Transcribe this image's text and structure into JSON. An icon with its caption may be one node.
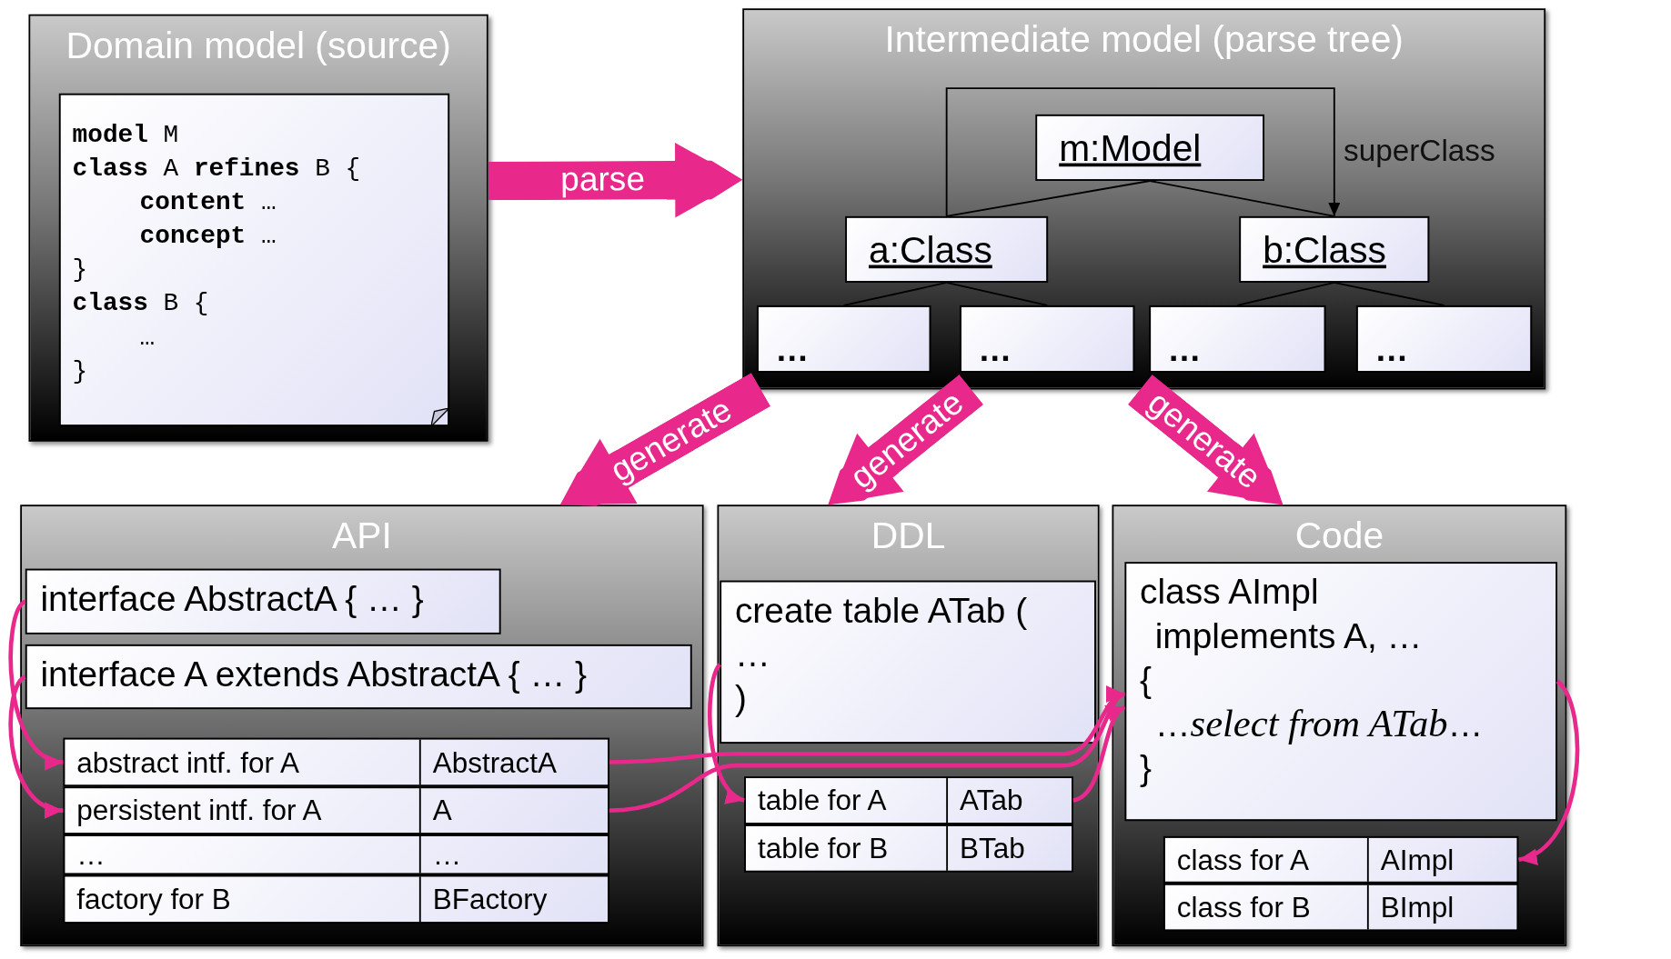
{
  "diagram": {
    "nodes": [
      {
        "text": [
          "Domain model (source)"
        ]
      },
      {
        "text": [
          "**model** M",
          "**class** A **refines** B {",
          "**content** …",
          "**concept** …",
          "}",
          "**class** B {",
          "…",
          "}"
        ],
        "in": 0
      },
      {
        "text": [
          "Intermediate model (parse tree)"
        ]
      },
      {
        "text": [
          "m:Model"
        ],
        "in": 2
      },
      {
        "text": [
          "a:Class"
        ],
        "in": 2
      },
      {
        "text": [
          "b:Class"
        ],
        "in": 2
      },
      {
        "text": [
          "…"
        ],
        "in": 2
      },
      {
        "text": [
          "…"
        ],
        "in": 2
      },
      {
        "text": [
          "…"
        ],
        "in": 2
      },
      {
        "text": [
          "…"
        ],
        "in": 2
      },
      {
        "text": [
          "API"
        ]
      },
      {
        "text": [
          "interface AbstractA { … }"
        ],
        "in": 10
      },
      {
        "text": [
          "interface A extends AbstractA { … }"
        ],
        "in": 10
      },
      {
        "text": [
          "abstract intf. for A",
          "AbstractA"
        ],
        "in": 10
      },
      {
        "text": [
          "persistent intf. for A",
          "A"
        ],
        "in": 10
      },
      {
        "text": [
          "…",
          "…"
        ],
        "in": 10
      },
      {
        "text": [
          "factory for B",
          "BFactory"
        ],
        "in": 10
      },
      {
        "text": [
          "DDL"
        ]
      },
      {
        "text": [
          "create table ATab (",
          "…",
          ")"
        ],
        "in": 17
      },
      {
        "text": [
          "table for A",
          "ATab"
        ],
        "in": 17
      },
      {
        "text": [
          "table for B",
          "BTab"
        ],
        "in": 17
      },
      {
        "text": [
          "Code"
        ]
      },
      {
        "text": [
          "class AImpl",
          "implements A, …",
          "{",
          "…*select from ATab*…",
          "}"
        ],
        "in": 21
      },
      {
        "text": [
          "class for A",
          "AImpl"
        ],
        "in": 21
      },
      {
        "text": [
          "class for B",
          "BImpl"
        ],
        "in": 21
      }
    ],
    "edges": [
      {
        "from": 0,
        "to": 2,
        "arrow": "to",
        "label": "parse",
        "style": "thick"
      },
      {
        "from": 2,
        "to": 10,
        "arrow": "to",
        "label": "generate",
        "style": "thick"
      },
      {
        "from": 2,
        "to": 17,
        "arrow": "to",
        "label": "generate",
        "style": "thick"
      },
      {
        "from": 2,
        "to": 21,
        "arrow": "to",
        "label": "generate",
        "style": "thick"
      },
      {
        "from": 3,
        "to": 4,
        "arrow": "none",
        "color": "#000000"
      },
      {
        "from": 3,
        "to": 5,
        "arrow": "none",
        "color": "#000000"
      },
      {
        "from": 4,
        "to": 5,
        "arrow": "to",
        "label": "superClass",
        "color": "#000000"
      },
      {
        "from": 4,
        "to": 6,
        "arrow": "none",
        "color": "#000000"
      },
      {
        "from": 4,
        "to": 7,
        "arrow": "none",
        "color": "#000000"
      },
      {
        "from": 5,
        "to": 8,
        "arrow": "none",
        "color": "#000000"
      },
      {
        "from": 5,
        "to": 9,
        "arrow": "none",
        "color": "#000000"
      },
      {
        "from": 11,
        "to": 13,
        "arrow": "to"
      },
      {
        "from": 12,
        "to": 14,
        "arrow": "to"
      },
      {
        "from": 13,
        "to": 22,
        "arrow": "to"
      },
      {
        "from": 14,
        "to": 22,
        "arrow": "to"
      },
      {
        "from": 18,
        "to": 19,
        "arrow": "to"
      },
      {
        "from": 19,
        "to": 22,
        "arrow": "to"
      },
      {
        "from": 22,
        "to": 23,
        "arrow": "to"
      }
    ]
  }
}
